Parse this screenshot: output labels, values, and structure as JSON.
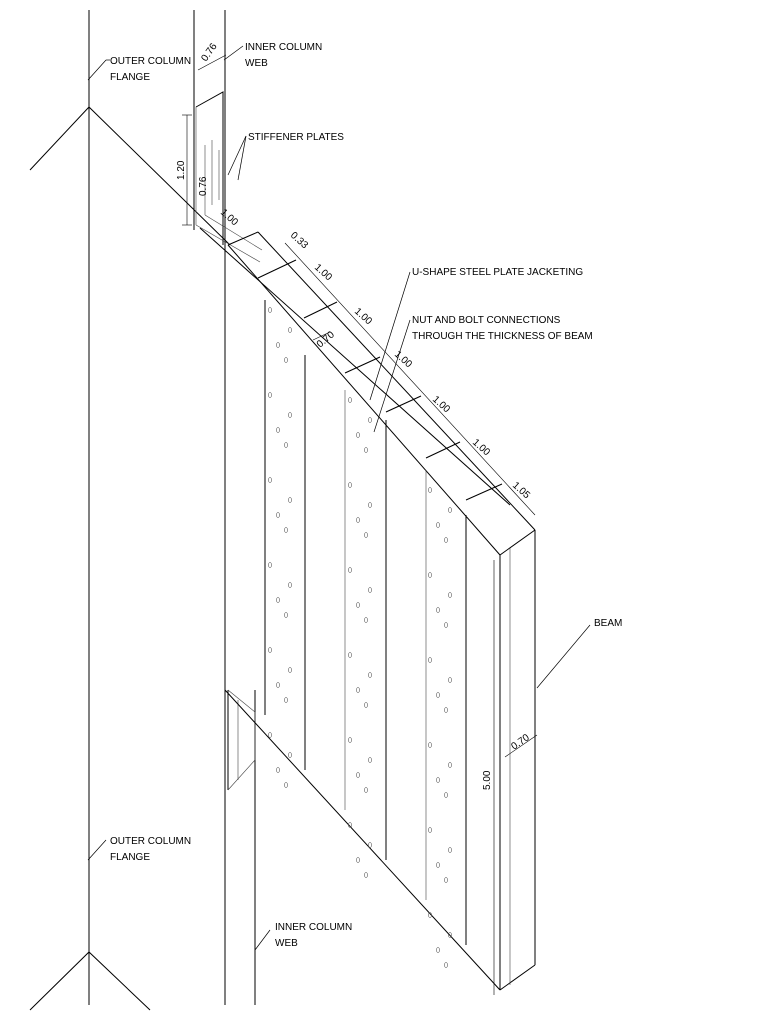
{
  "labels": {
    "outer_flange_top_1": "OUTER COLUMN",
    "outer_flange_top_2": "FLANGE",
    "inner_web_top_1": "INNER COLUMN",
    "inner_web_top_2": "WEB",
    "stiffener": "STIFFENER PLATES",
    "jacketing": "U-SHAPE STEEL PLATE JACKETING",
    "bolts_1": "NUT AND BOLT CONNECTIONS",
    "bolts_2": "THROUGH THE THICKNESS OF BEAM",
    "beam": "BEAM",
    "outer_flange_bot_1": "OUTER COLUMN",
    "outer_flange_bot_2": "FLANGE",
    "inner_web_bot_1": "INNER COLUMN",
    "inner_web_bot_2": "WEB"
  },
  "dimensions": {
    "web_thickness": "0.76",
    "stiffener_height": "1.20",
    "stiffener_inner": "0.76",
    "stiffener_length": "1.00",
    "first_gap": "0.33",
    "plate_1": "1.00",
    "plate_2": "1.00",
    "plate_3": "1.00",
    "plate_4": "1.00",
    "plate_5": "1.00",
    "end_segment": "1.05",
    "plate_width": "0.70",
    "beam_depth": "5.00",
    "beam_width": "0.70"
  }
}
